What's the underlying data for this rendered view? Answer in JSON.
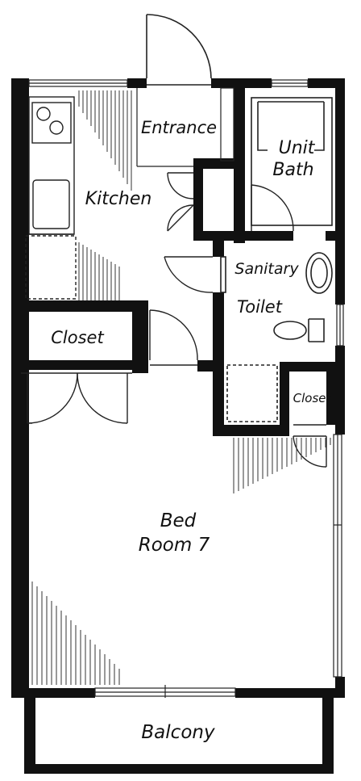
{
  "rooms": {
    "entrance": "Entrance",
    "unit_bath_line1": "Unit",
    "unit_bath_line2": "Bath",
    "kitchen": "Kitchen",
    "sanitary": "Sanitary",
    "toilet": "Toilet",
    "closet_left": "Closet",
    "closet_right": "Closet",
    "bedroom_line1": "Bed",
    "bedroom_line2": "Room 7",
    "balcony": "Balcony"
  },
  "colors": {
    "wall": "#111111",
    "line": "#222222",
    "background": "#ffffff"
  }
}
